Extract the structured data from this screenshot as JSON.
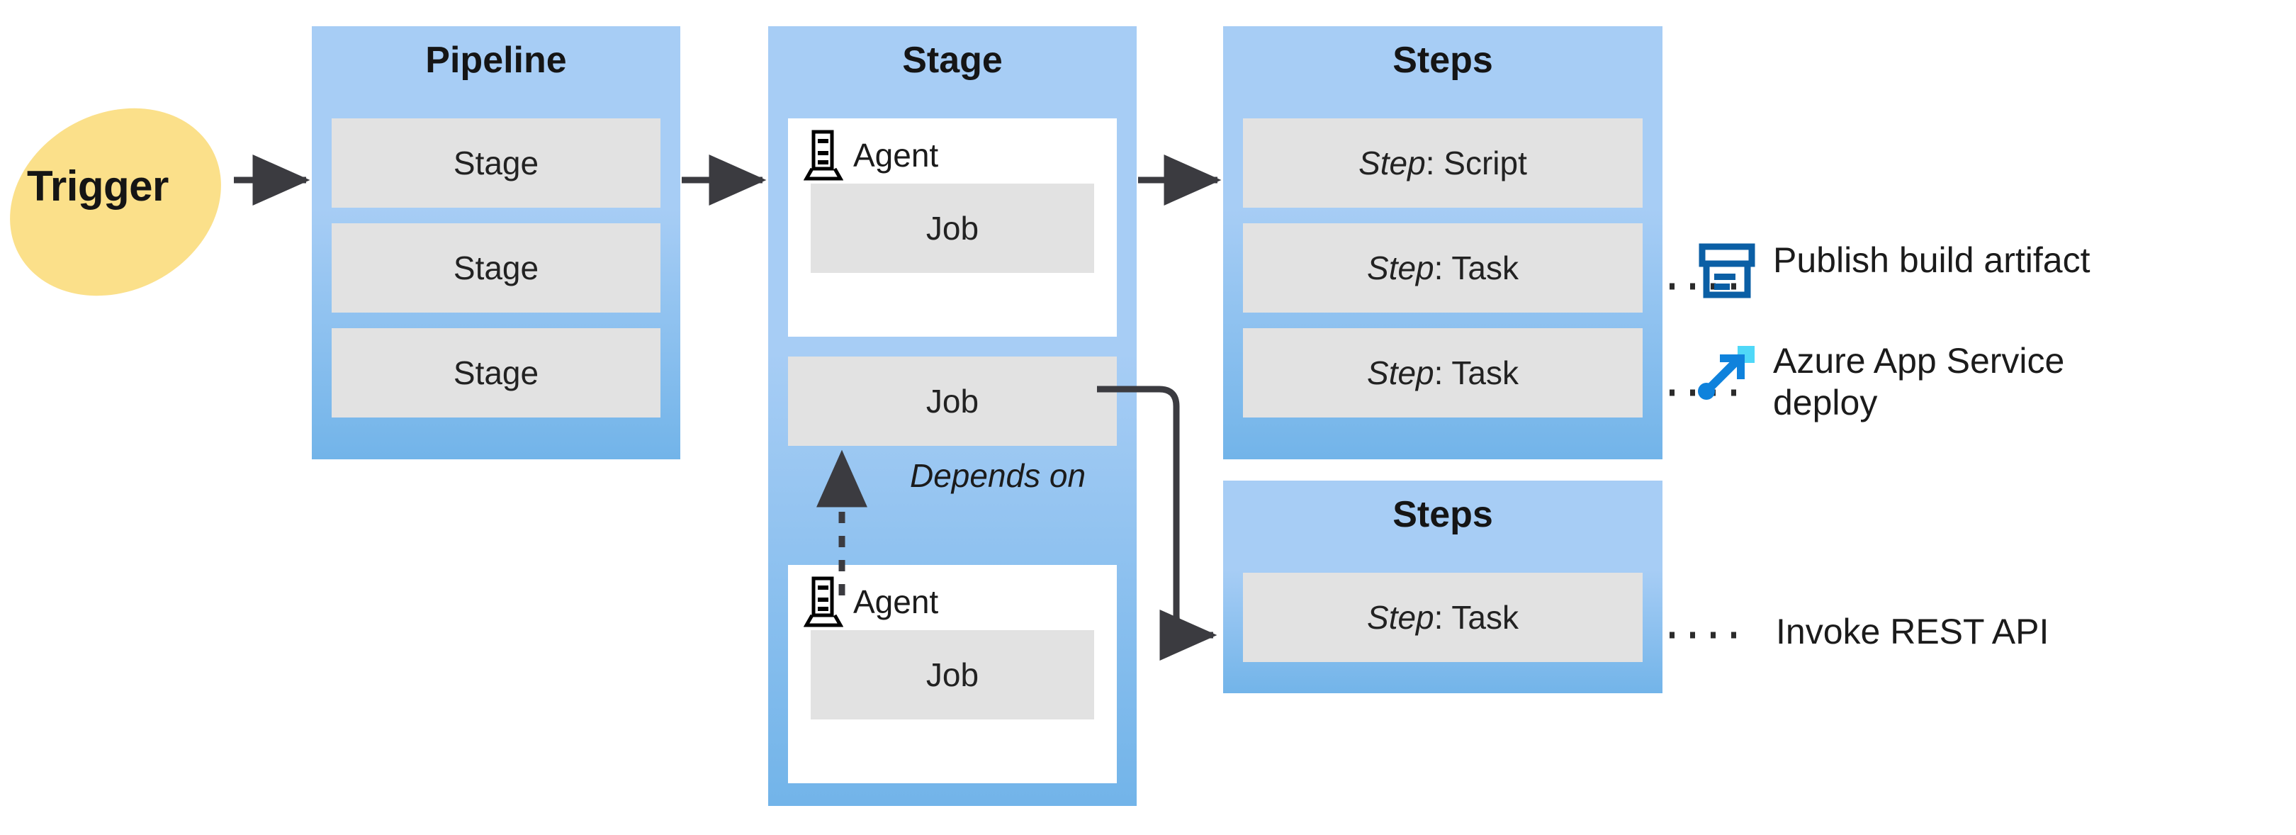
{
  "diagram": {
    "trigger": {
      "label": "Trigger"
    },
    "columns": [
      {
        "title": "Pipeline",
        "items": [
          {
            "label": "Stage"
          },
          {
            "label": "Stage"
          },
          {
            "label": "Stage"
          }
        ]
      },
      {
        "title": "Stage",
        "agents": [
          {
            "icon": "agent-server-icon",
            "label": "Agent",
            "job": "Job"
          },
          {
            "icon": "agent-server-icon",
            "label": "Agent",
            "job": "Job"
          }
        ],
        "standalone_job": "Job",
        "dependency_label": "Depends on"
      },
      {
        "title": "Steps",
        "steps": [
          {
            "kind": "Step",
            "sep": ": ",
            "name": "Script"
          },
          {
            "kind": "Step",
            "sep": ": ",
            "name": "Task"
          },
          {
            "kind": "Step",
            "sep": ": ",
            "name": "Task"
          }
        ]
      },
      {
        "title": "Steps",
        "steps": [
          {
            "kind": "Step",
            "sep": ": ",
            "name": "Task"
          }
        ]
      }
    ],
    "legend": [
      {
        "icon": "publish-build-artifact-icon",
        "label": "Publish build artifact"
      },
      {
        "icon": "azure-app-service-deploy-icon",
        "label": "Azure App Service\ndeploy"
      },
      {
        "icon": "none",
        "label": "Invoke REST API"
      }
    ],
    "colors": {
      "container_blue_top": "#A7CDF5",
      "container_blue_bottom": "#72B4E9",
      "card_grey": "#E2E2E2",
      "card_white": "#FFFFFF",
      "trigger_yellow": "#FBE08A",
      "connector_dark": "#3B3B40",
      "artifact_icon_blue": "#0B5FA5",
      "deploy_arrow_blue": "#0F82DC",
      "deploy_square_cyan": "#4FD8F8",
      "text_dark": "#1B1B1B"
    }
  }
}
